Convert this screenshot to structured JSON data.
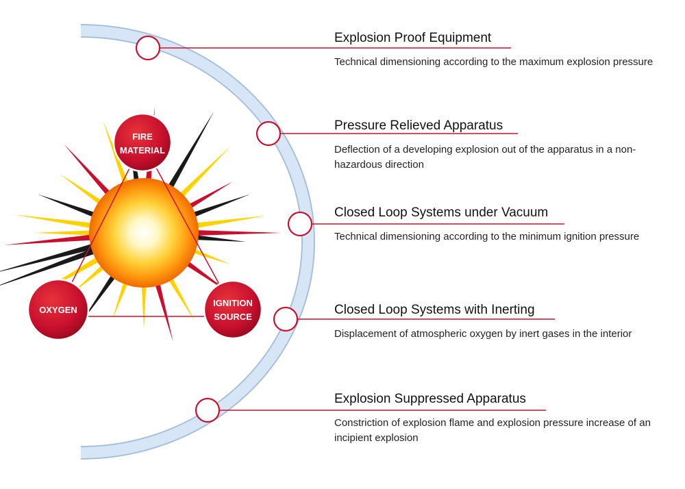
{
  "triangle": {
    "fire": [
      "FIRE",
      "MATERIAL"
    ],
    "oxygen": "OXYGEN",
    "ignition": [
      "IGNITION",
      "SOURCE"
    ]
  },
  "items": [
    {
      "title": "Explosion Proof Equipment",
      "desc": "Technical dimensioning according to the maximum explosion pressure"
    },
    {
      "title": "Pressure Relieved Apparatus",
      "desc": "Deflection of a developing explosion out of the apparatus in a non-hazardous direction"
    },
    {
      "title": "Closed Loop Systems under Vacuum",
      "desc": "Technical dimensioning according to the minimum ignition pressure"
    },
    {
      "title": "Closed Loop Systems with Inerting",
      "desc": "Displacement of atmospheric oxygen by inert gases in the interior"
    },
    {
      "title": "Explosion Suppressed Apparatus",
      "desc": "Constriction of explosion flame and explosion pressure increase of an incipient explosion"
    }
  ],
  "colors": {
    "accent_red": "#c8102e",
    "arc_fill": "#d7e6f7",
    "arc_stroke": "#a8bfd8",
    "yellow": "#ffd200",
    "black": "#1a1a1a",
    "orange": "#f28c00"
  }
}
